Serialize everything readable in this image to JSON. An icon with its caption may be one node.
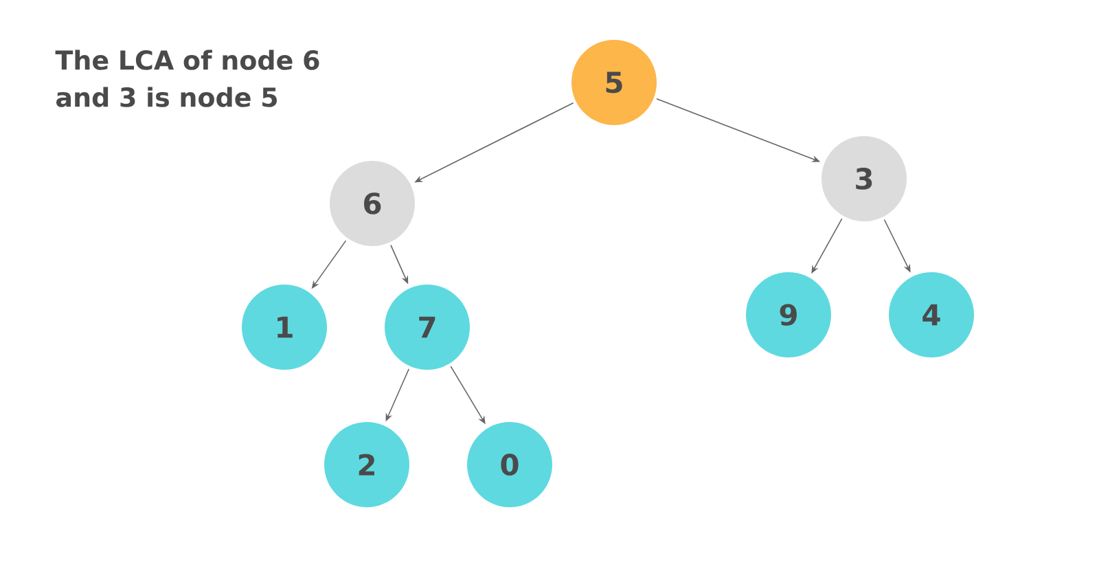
{
  "diagram": {
    "title": "The LCA of node 6 and 3 is node 5",
    "nodes": [
      {
        "text": [
          "5"
        ]
      },
      {
        "text": [
          "6"
        ]
      },
      {
        "text": [
          "3"
        ]
      },
      {
        "text": [
          "1"
        ]
      },
      {
        "text": [
          "7"
        ]
      },
      {
        "text": [
          "9"
        ]
      },
      {
        "text": [
          "4"
        ]
      },
      {
        "text": [
          "2"
        ]
      },
      {
        "text": [
          "0"
        ]
      }
    ],
    "edges": [
      {
        "from": 0,
        "to": 1,
        "arrow": "to"
      },
      {
        "from": 0,
        "to": 2,
        "arrow": "to"
      },
      {
        "from": 1,
        "to": 3,
        "arrow": "to"
      },
      {
        "from": 1,
        "to": 4,
        "arrow": "to"
      },
      {
        "from": 2,
        "to": 5,
        "arrow": "to"
      },
      {
        "from": 2,
        "to": 6,
        "arrow": "to"
      },
      {
        "from": 4,
        "to": 7,
        "arrow": "to"
      },
      {
        "from": 4,
        "to": 8,
        "arrow": "to"
      }
    ]
  }
}
